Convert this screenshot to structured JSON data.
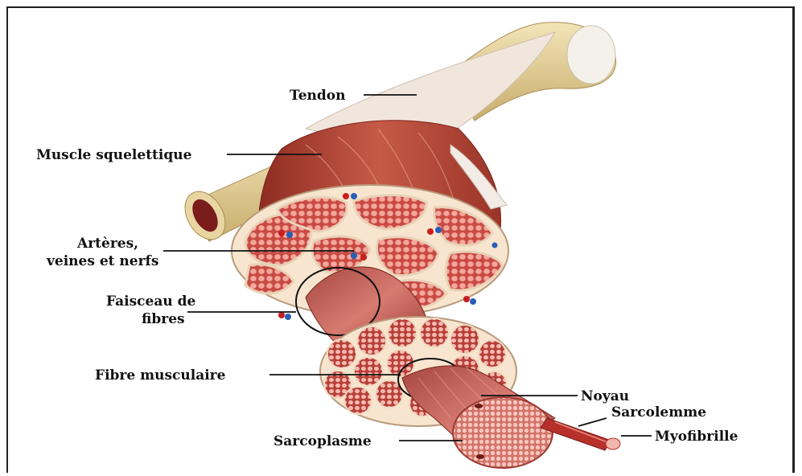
{
  "labels": {
    "tendon": "Tendon",
    "muscle": "Muscle squelettique",
    "vessels_line1": "Artères,",
    "vessels_line2": "veines et nerfs",
    "fascicle_line1": "Faisceau de",
    "fascicle_line2": "fibres",
    "fiber": "Fibre musculaire",
    "nucleus": "Noyau",
    "sarcolemma": "Sarcolemme",
    "sarcoplasm": "Sarcoplasme",
    "myofibril": "Myofibrille"
  },
  "colors": {
    "bone": "#e9d7a3",
    "bone_shadow": "#c8ad6c",
    "marrow": "#7a1c1c",
    "tendon": "#f1e6dc",
    "muscle": "#b8483a",
    "muscle_dark": "#8e2c22",
    "fascicle_fill": "#d95c55",
    "cell_light": "#f6b4a8",
    "connective": "#f7e5cf",
    "vessel_red": "#c81e1e",
    "vessel_blue": "#2a5fb8"
  }
}
